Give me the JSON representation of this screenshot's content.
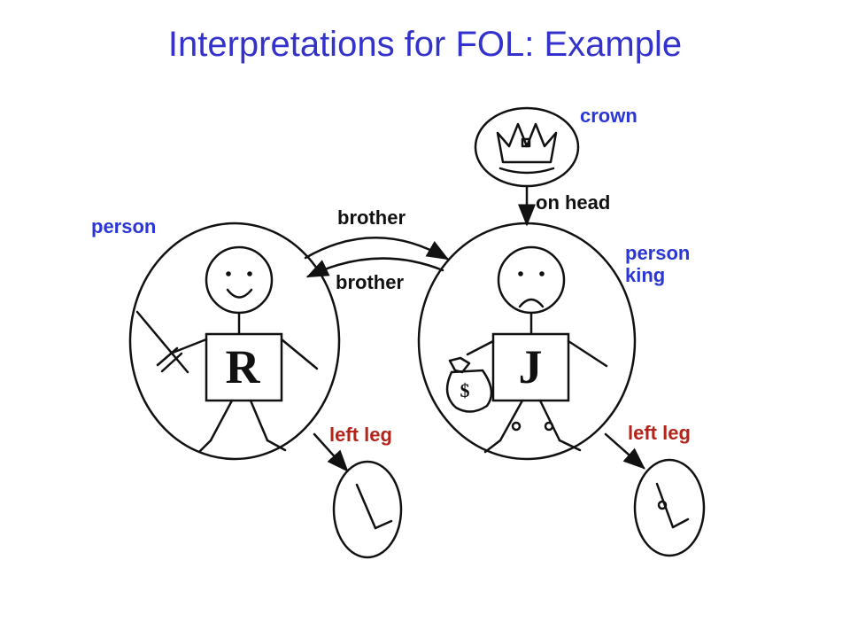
{
  "slide": {
    "title": "Interpretations for FOL: Example"
  },
  "diagram": {
    "objects": {
      "richard": {
        "initial": "R"
      },
      "john": {
        "initial": "J"
      },
      "money_bag": {
        "symbol": "$"
      }
    },
    "labels": {
      "crown": "crown",
      "on_head": "on head",
      "brother_top": "brother",
      "brother_bottom": "brother",
      "person_left": "person",
      "person_right": "person",
      "king": "king",
      "left_leg_richard": "left leg",
      "left_leg_john": "left leg"
    },
    "colors": {
      "title": "#3333cc",
      "unary_predicate_labels": "#2a36d6",
      "function_labels": "#b3241b",
      "relation_labels": "#111111"
    }
  }
}
